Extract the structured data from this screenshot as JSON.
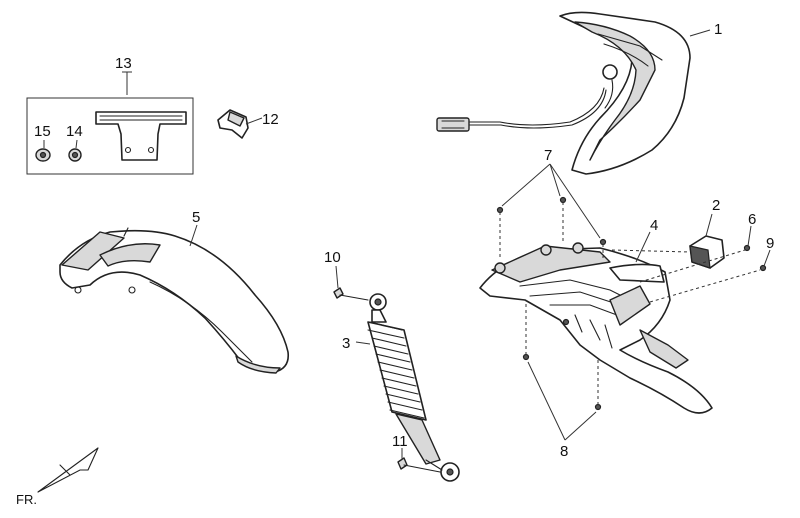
{
  "callouts": {
    "c1": "1",
    "c2": "2",
    "c3": "3",
    "c4": "4",
    "c5": "5",
    "c6": "6",
    "c7": "7",
    "c8": "8",
    "c9": "9",
    "c10": "10",
    "c11": "11",
    "c12": "12",
    "c13": "13",
    "c14": "14",
    "c15": "15"
  },
  "direction_label": "FR."
}
